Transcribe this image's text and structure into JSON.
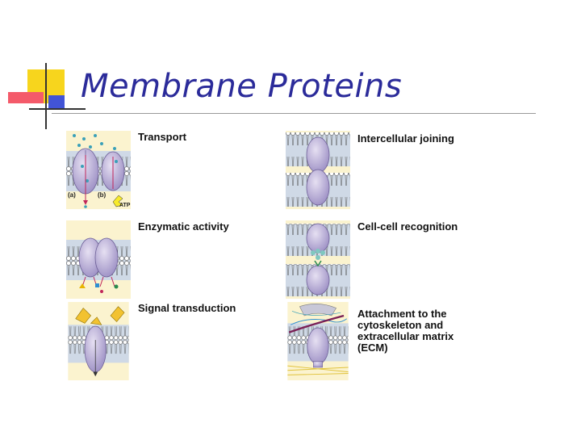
{
  "slide": {
    "title": "Membrane Proteins"
  },
  "panels": {
    "transport": {
      "label": "Transport",
      "sub_a": "(a)",
      "sub_b": "(b)",
      "atp": "ATP"
    },
    "enzymatic": {
      "label": "Enzymatic activity"
    },
    "signal": {
      "label": "Signal transduction"
    },
    "joining": {
      "label": "Intercellular joining"
    },
    "recognition": {
      "label": "Cell-cell recognition"
    },
    "attachment": {
      "label": "Attachment to the\ncytoskeleton and\nextracellular matrix\n(ECM)"
    }
  },
  "colors": {
    "title": "#2b2b9a",
    "panel_background": "#fbf3cf",
    "membrane": "#cfd9e6",
    "protein": "#b3a5d1",
    "deco_yellow": "#f7d51d",
    "deco_pink": "#f45a6a",
    "deco_blue": "#4254d6"
  }
}
